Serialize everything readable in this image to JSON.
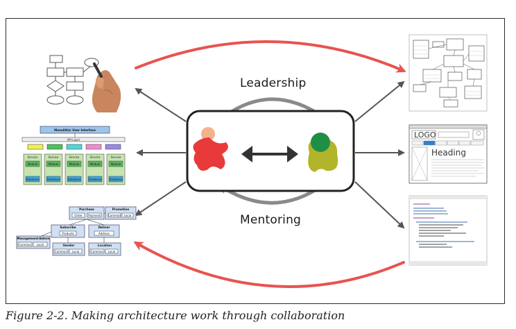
{
  "labels": {
    "leadership": "Leadership",
    "mentoring": "Mentoring"
  },
  "caption": "Figure 2-2. Making architecture work through collaboration",
  "colors": {
    "red_arrow": "#e8534f",
    "gray_arrow": "#555555",
    "star_red": "#e83a3a",
    "head_peach": "#f3b38a",
    "green_circle": "#1f8f45",
    "olive_blob": "#b2b52a"
  },
  "layers_diagram": {
    "title": "Monolithic User Interface",
    "api_layer": "API Layer",
    "service_label": "Service",
    "module_label": "Module",
    "database_label": "Database"
  },
  "component_diagram": {
    "boxes": [
      {
        "title": "Purchase",
        "items": [
          "Order",
          "Payment"
        ]
      },
      {
        "title": "Promotion",
        "items": [
          "Common",
          "Local"
        ]
      },
      {
        "title": "Subscribe",
        "items": [
          "Products"
        ]
      },
      {
        "title": "Deliver",
        "items": [
          "Address"
        ]
      },
      {
        "title": "Management/Admin",
        "items": [
          "Common",
          "Local"
        ]
      },
      {
        "title": "Vendor",
        "items": [
          "Common",
          "Local"
        ]
      },
      {
        "title": "Location",
        "items": [
          "Common",
          "Local"
        ]
      }
    ]
  },
  "wireframe": {
    "logo": "LOGO",
    "heading": "Heading"
  },
  "icons": [
    "person-star-icon",
    "person-blob-icon",
    "double-arrow-icon",
    "hand-with-marker-icon"
  ]
}
